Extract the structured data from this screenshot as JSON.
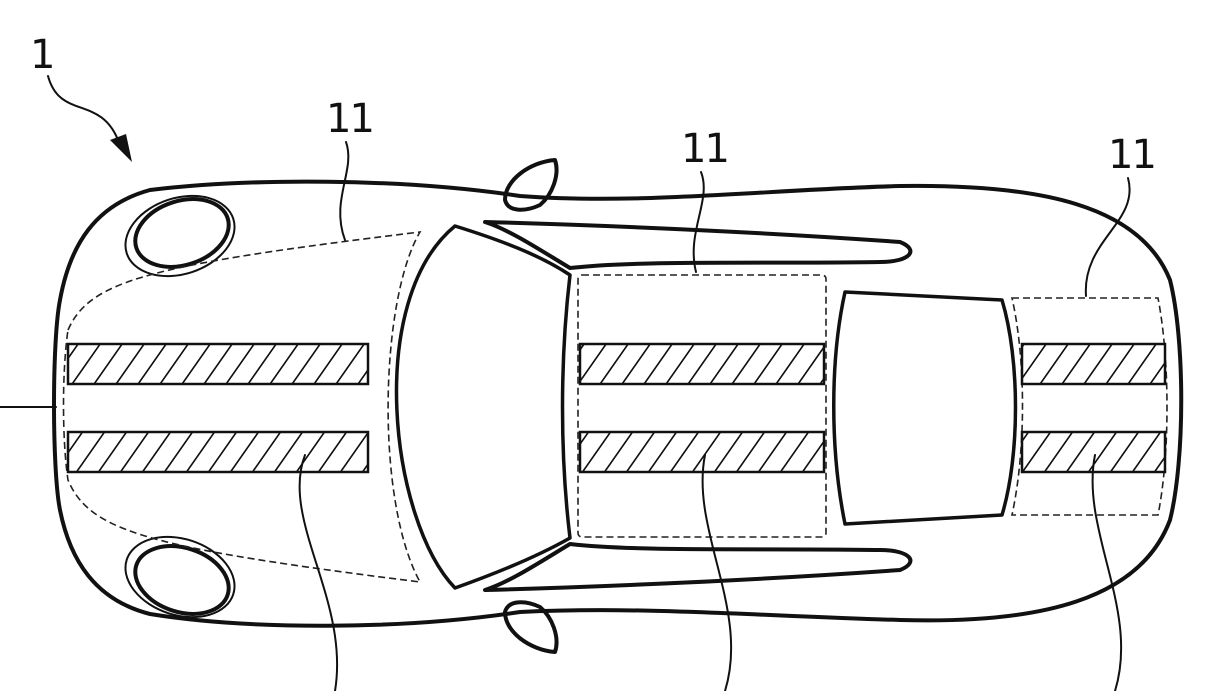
{
  "figure": {
    "vehicle_ref": "1",
    "zone_refs": [
      "11",
      "11",
      "11"
    ]
  },
  "colors": {
    "line": "#111111",
    "background": "#ffffff"
  }
}
